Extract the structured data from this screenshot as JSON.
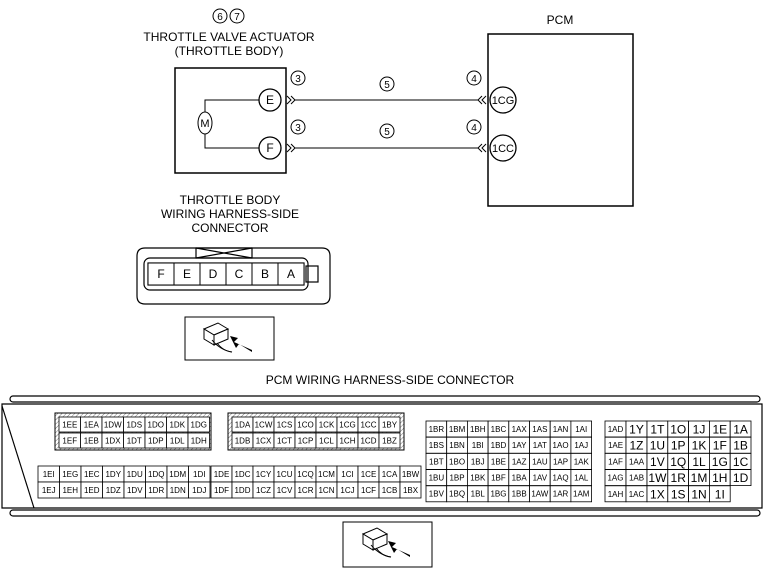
{
  "actuator": {
    "notes": [
      "6",
      "7"
    ],
    "title_line1": "THROTTLE VALVE ACTUATOR",
    "title_line2": "(THROTTLE BODY)",
    "motor": "M",
    "pins": [
      "E",
      "F"
    ]
  },
  "pcm": {
    "title": "PCM",
    "pins": [
      "1CG",
      "1CC"
    ]
  },
  "wiring": {
    "callout_actuator_side": "3",
    "callout_wire": "5",
    "callout_pcm_side": "4"
  },
  "throttle_connector": {
    "title_line1": "THROTTLE BODY",
    "title_line2": "WIRING HARNESS-SIDE",
    "title_line3": "CONNECTOR",
    "pins": [
      "F",
      "E",
      "D",
      "C",
      "B",
      "A"
    ]
  },
  "pcm_connector": {
    "title": "PCM WIRING HARNESS-SIDE CONNECTOR",
    "block1": [
      [
        "1EE",
        "1EA",
        "1DW",
        "1DS",
        "1DO",
        "1DK",
        "1DG"
      ],
      [
        "1EF",
        "1EB",
        "1DX",
        "1DT",
        "1DP",
        "1DL",
        "1DH"
      ],
      [
        "1EI",
        "1EG",
        "1EC",
        "1DY",
        "1DU",
        "1DQ",
        "1DM",
        "1DI"
      ],
      [
        "1EJ",
        "1EH",
        "1ED",
        "1DZ",
        "1DV",
        "1DR",
        "1DN",
        "1DJ"
      ]
    ],
    "block2": [
      [
        "1DA",
        "1CW",
        "1CS",
        "1CO",
        "1CK",
        "1CG",
        "1CC",
        "1BY"
      ],
      [
        "1DB",
        "1CX",
        "1CT",
        "1CP",
        "1CL",
        "1CH",
        "1CD",
        "1BZ"
      ],
      [
        "1DE",
        "1DC",
        "1CY",
        "1CU",
        "1CQ",
        "1CM",
        "1CI",
        "1CE",
        "1CA",
        "1BW"
      ],
      [
        "1DF",
        "1DD",
        "1CZ",
        "1CV",
        "1CR",
        "1CN",
        "1CJ",
        "1CF",
        "1CB",
        "1BX"
      ]
    ],
    "block3": [
      [
        "1BR",
        "1BM",
        "1BH",
        "1BC",
        "1AX",
        "1AS",
        "1AN",
        "1AI"
      ],
      [
        "1BS",
        "1BN",
        "1BI",
        "1BD",
        "1AY",
        "1AT",
        "1AO",
        "1AJ"
      ],
      [
        "1BT",
        "1BO",
        "1BJ",
        "1BE",
        "1AZ",
        "1AU",
        "1AP",
        "1AK"
      ],
      [
        "1BU",
        "1BP",
        "1BK",
        "1BF",
        "1BA",
        "1AV",
        "1AQ",
        "1AL"
      ],
      [
        "1BV",
        "1BQ",
        "1BL",
        "1BG",
        "1BB",
        "1AW",
        "1AR",
        "1AM"
      ]
    ],
    "block4": [
      [
        "1AD",
        "1Y",
        "1T",
        "1O",
        "1J",
        "1E",
        "1A"
      ],
      [
        "1AE",
        "1Z",
        "1U",
        "1P",
        "1K",
        "1F",
        "1B"
      ],
      [
        "1AF",
        "1AA",
        "1V",
        "1Q",
        "1L",
        "1G",
        "1C"
      ],
      [
        "1AG",
        "1AB",
        "1W",
        "1R",
        "1M",
        "1H",
        "1D"
      ],
      [
        "1AH",
        "1AC",
        "1X",
        "1S",
        "1N",
        "1I"
      ]
    ]
  },
  "colors": {
    "line": "#000000",
    "hatch": "#777777",
    "background": "#ffffff"
  }
}
